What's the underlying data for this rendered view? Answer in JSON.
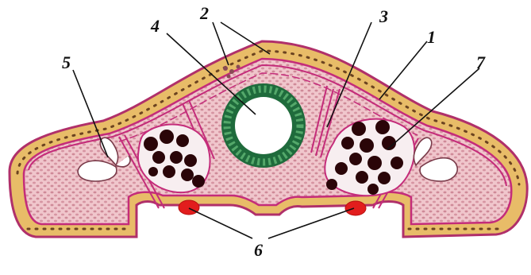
{
  "labels": {
    "l1": "1",
    "l2": "2",
    "l3": "3",
    "l4": "4",
    "l5": "5",
    "l6": "6",
    "l7": "7"
  },
  "colors": {
    "epithelium": "#e8bc68",
    "epithelium_outline": "#b0306a",
    "parenchyma": "#eab8c0",
    "muscle": "#c42c7a",
    "intestine_wall": "#1f6b3c",
    "eggs": "#2a0508",
    "ovary": "#e21d1d",
    "leader_line": "#111111"
  }
}
